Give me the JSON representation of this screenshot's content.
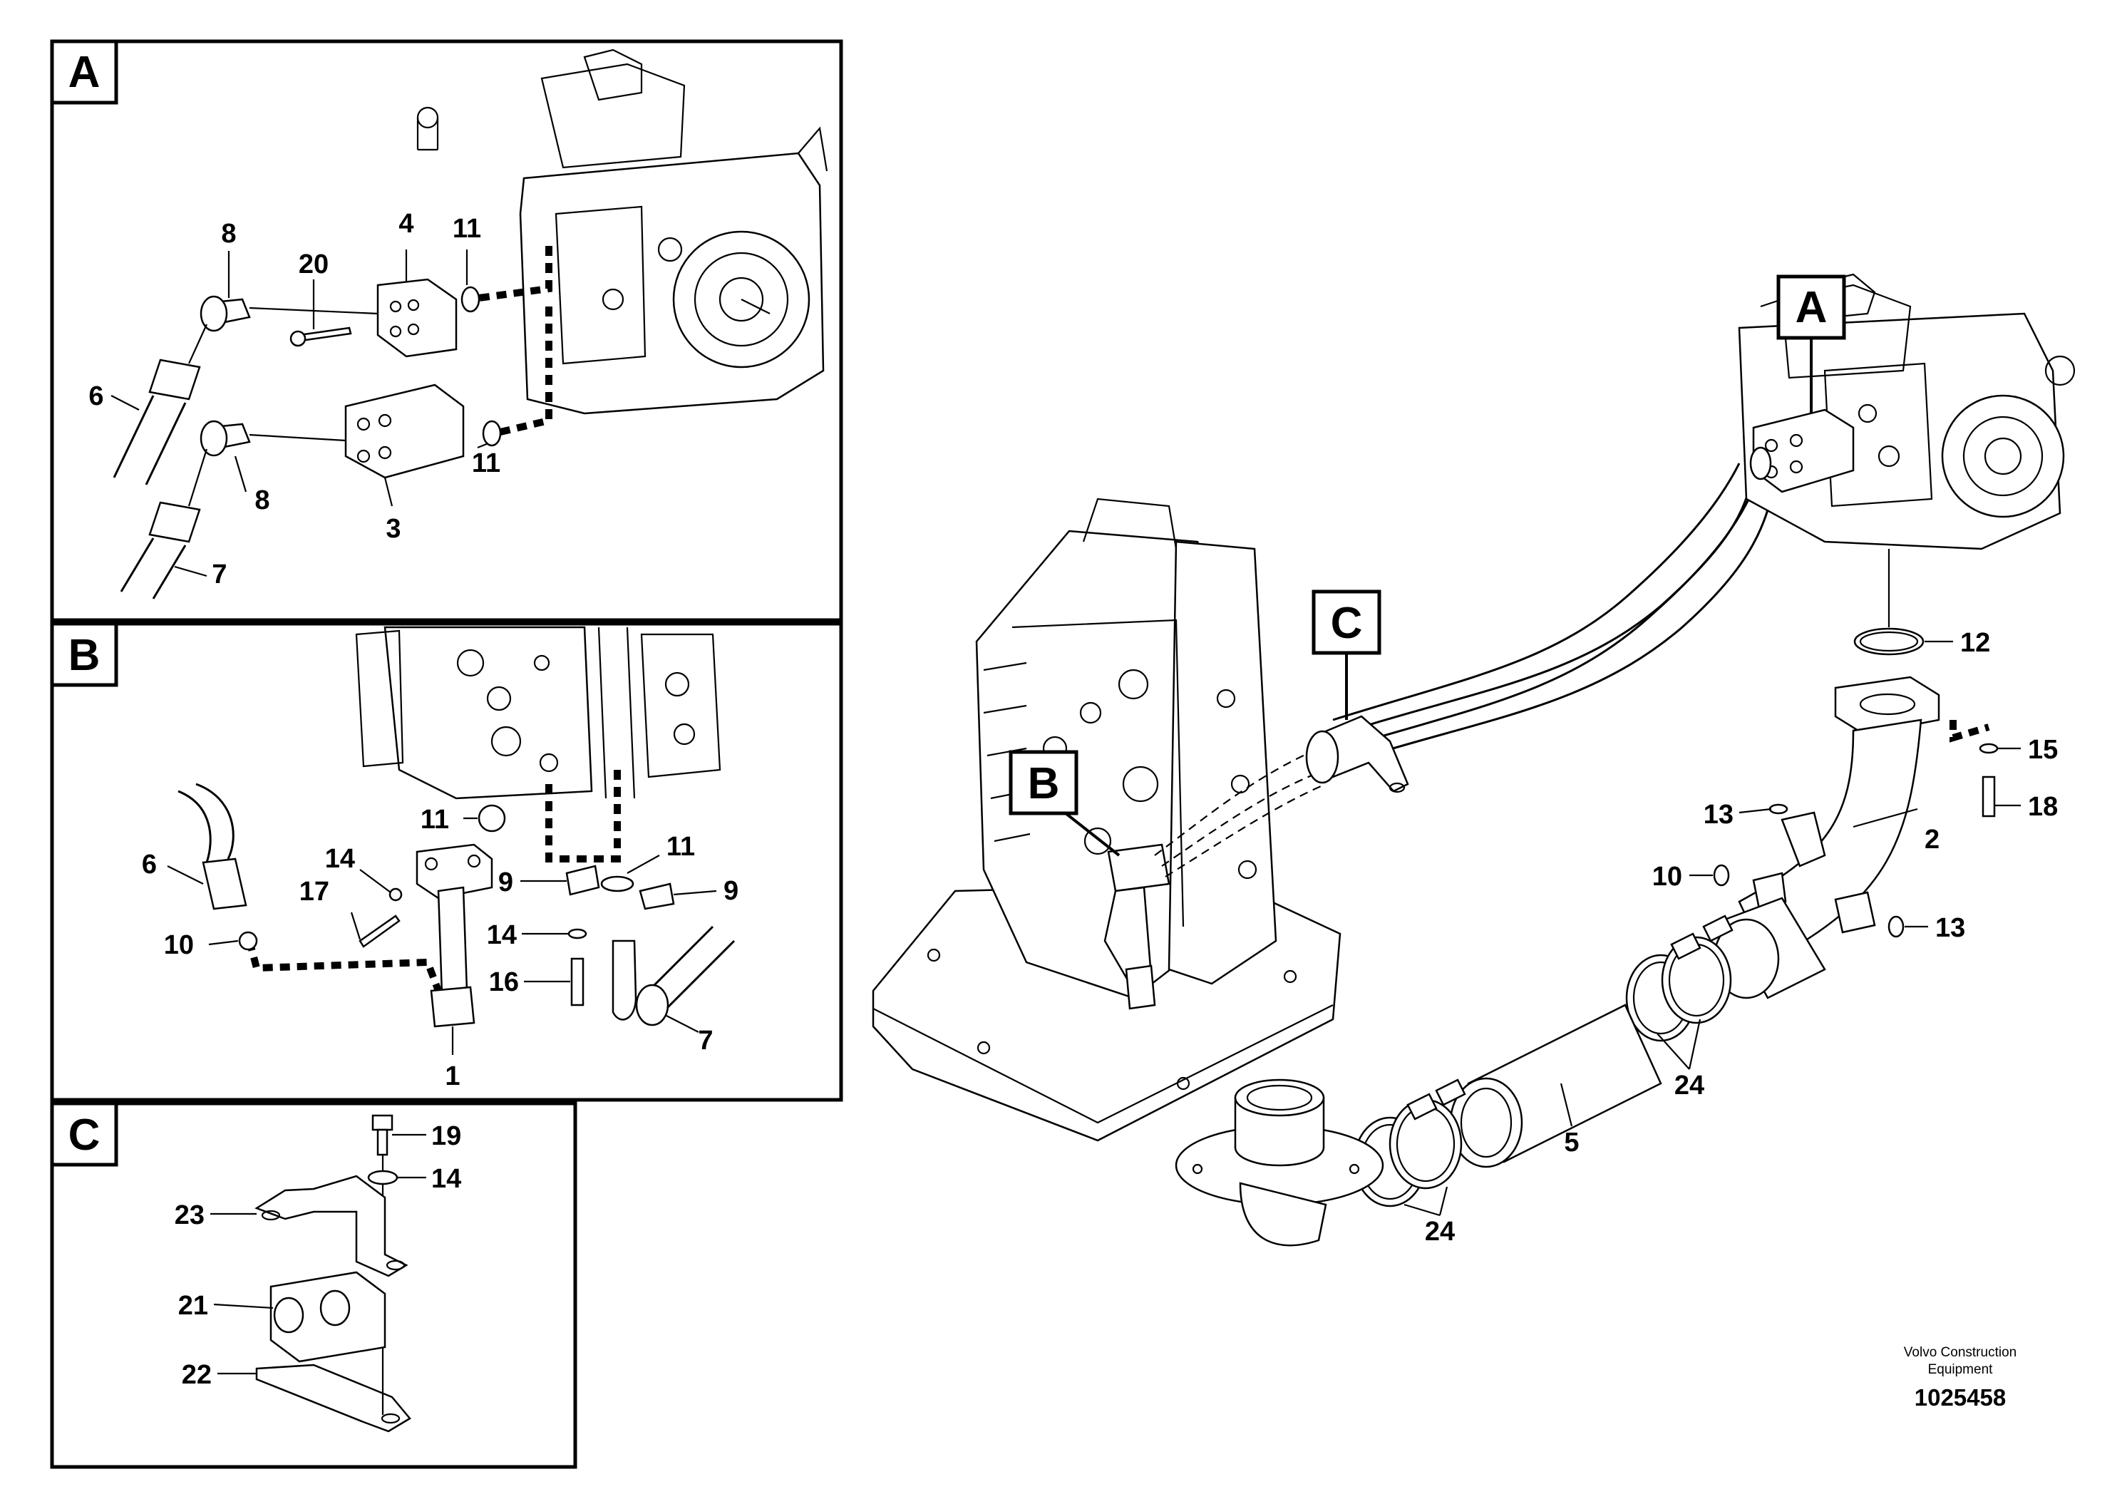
{
  "panels": [
    {
      "letter": "A"
    },
    {
      "letter": "B"
    },
    {
      "letter": "C"
    }
  ],
  "callouts_main": {
    "A": "A",
    "B": "B",
    "C": "C"
  },
  "labels": {
    "a8top": "8",
    "a4": "4",
    "a11top": "11",
    "a20": "20",
    "a6": "6",
    "a11bot": "11",
    "a8bot": "8",
    "a3": "3",
    "a7": "7",
    "b11a": "11",
    "b6": "6",
    "b14a": "14",
    "b17": "17",
    "b10": "10",
    "b1": "1",
    "b9a": "9",
    "b11b": "11",
    "b9b": "9",
    "b14b": "14",
    "b16": "16",
    "b7": "7",
    "c19": "19",
    "c14": "14",
    "c23": "23",
    "c21": "21",
    "c22": "22",
    "m12": "12",
    "m15": "15",
    "m18": "18",
    "m13a": "13",
    "m2": "2",
    "m10": "10",
    "m13b": "13",
    "m24a": "24",
    "m5": "5",
    "m24b": "24"
  },
  "credit": {
    "line1": "Volvo Construction",
    "line2": "Equipment",
    "number": "1025458"
  }
}
